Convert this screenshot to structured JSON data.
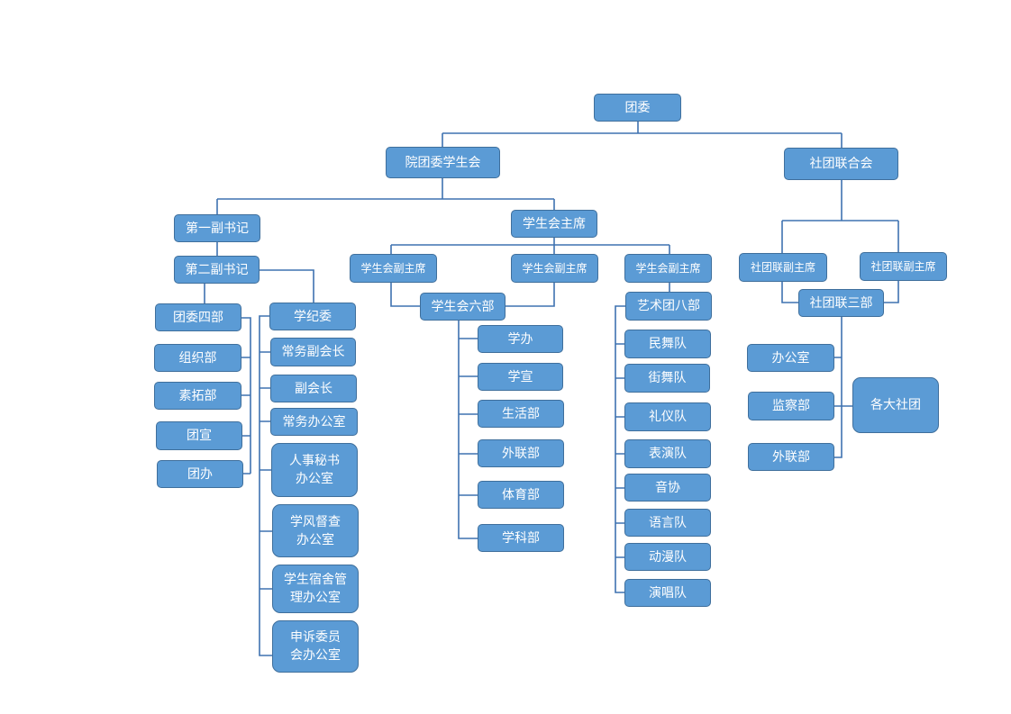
{
  "org": {
    "root": "团委",
    "level1": {
      "student_union": "院团委学生会",
      "club_federation": "社团联合会"
    },
    "youth_league": {
      "first_deputy": "第一副书记",
      "second_deputy": "第二副书记",
      "four_departments": "团委四部",
      "departments": [
        "组织部",
        "素拓部",
        "团宣",
        "团办"
      ]
    },
    "discipline": {
      "committee": "学纪委",
      "items": [
        "常务副会长",
        "副会长",
        "常务办公室",
        "人事秘书\n办公室",
        "学风督查\n办公室",
        "学生宿舍管\n理办公室",
        "申诉委员\n会办公室"
      ]
    },
    "student_union": {
      "chair": "学生会主席",
      "vice_chairs": [
        "学生会副主席",
        "学生会副主席",
        "学生会副主席"
      ],
      "six_departments": "学生会六部",
      "departments": [
        "学办",
        "学宣",
        "生活部",
        "外联部",
        "体育部",
        "学科部"
      ]
    },
    "art_troupe": {
      "title": "艺术团八部",
      "teams": [
        "民舞队",
        "街舞队",
        "礼仪队",
        "表演队",
        "音协",
        "语言队",
        "动漫队",
        "演唱队"
      ]
    },
    "club_federation": {
      "vice_chairs": [
        "社团联副主席",
        "社团联副主席"
      ],
      "three_departments": "社团联三部",
      "departments": [
        "办公室",
        "监察部",
        "外联部"
      ],
      "clubs": "各大社团"
    }
  }
}
